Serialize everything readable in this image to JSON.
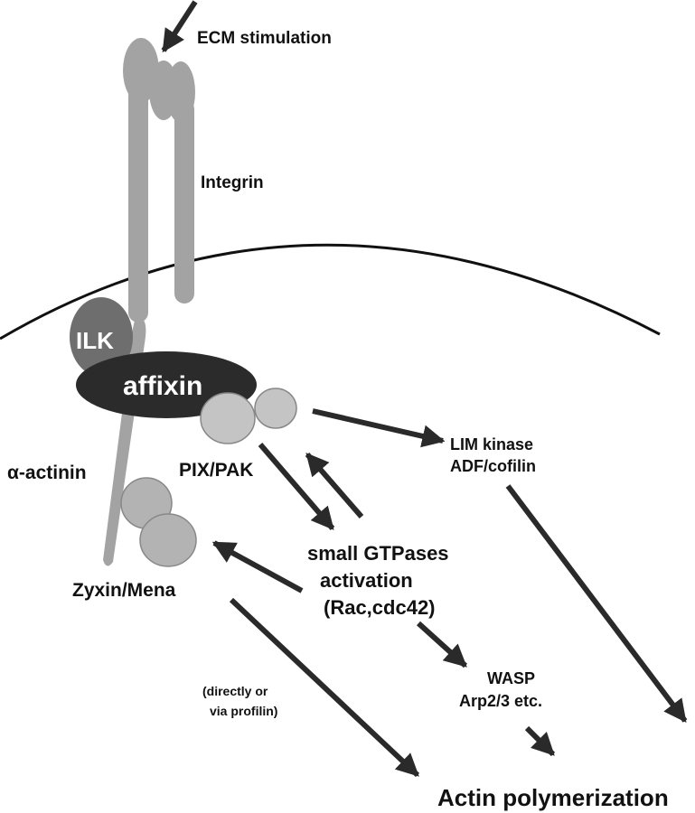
{
  "labels": {
    "ecm": "ECM stimulation",
    "integrin": "Integrin",
    "ilk": "ILK",
    "affixin": "affixin",
    "alpha_actinin": "α-actinin",
    "pix_pak": "PIX/PAK",
    "zyxin_mena": "Zyxin/Mena",
    "lim_line1": "LIM kinase",
    "lim_line2": "ADF/cofilin",
    "gtp_line1": "small GTPases",
    "gtp_line2": "activation",
    "gtp_line3": "(Rac,cdc42)",
    "wasp_line1": "WASP",
    "wasp_line2": "Arp2/3 etc.",
    "profilin_line1": "(directly or",
    "profilin_line2": "via profilin)",
    "actin": "Actin polymerization"
  },
  "colors": {
    "integrin": "#a3a3a3",
    "ilk": "#6e6e6e",
    "affixin": "#2b2b2b",
    "alpha_actinin": "#a3a3a3",
    "pix_pak": "#c4c4c4",
    "zyxin_mena": "#b3b3b3",
    "arrow": "#2a2a2a",
    "membrane": "#111111"
  }
}
